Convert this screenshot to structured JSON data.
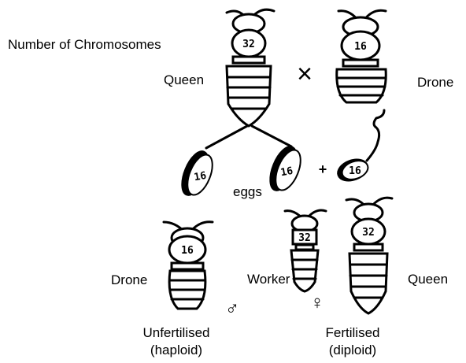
{
  "diagram": {
    "header_label": "Number of Chromosomes",
    "parents": {
      "queen_label": "Queen",
      "queen_chromosomes": "32",
      "cross_symbol": "×",
      "drone_label": "Drone",
      "drone_chromosomes": "16"
    },
    "eggs": {
      "label": "eggs",
      "unfertilised_egg": "16",
      "fertilised_egg": "16",
      "plus_symbol": "+",
      "sperm": "16"
    },
    "offspring": {
      "drone_label": "Drone",
      "drone_chromosomes": "16",
      "male_symbol": "♂",
      "worker_label": "Worker",
      "worker_chromosomes": "32",
      "female_symbol": "♀",
      "queen_label": "Queen",
      "queen_chromosomes": "32"
    },
    "captions": {
      "left_line1": "Unfertilised",
      "left_line2": "(haploid)",
      "right_line1": "Fertilised",
      "right_line2": "(diploid)"
    }
  }
}
